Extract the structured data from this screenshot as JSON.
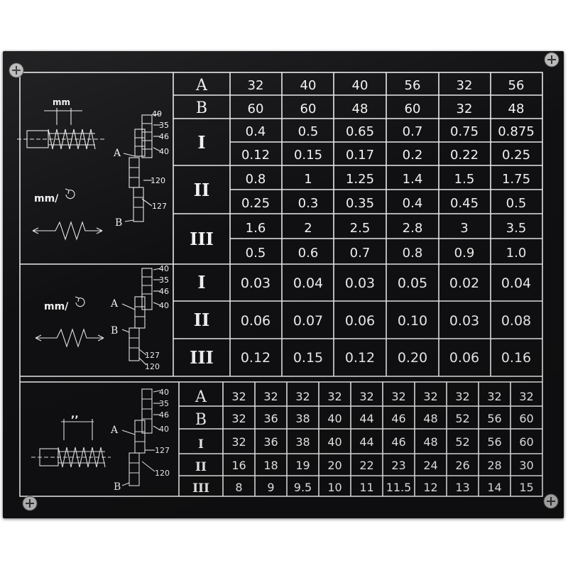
{
  "units_mm": "mm",
  "units_mm_per_rev": "mm/",
  "units_inch": ",,",
  "gear_labels": {
    "a": "A",
    "b": "B"
  },
  "upper_gears": [
    "40",
    "35",
    "46",
    "40",
    "120",
    "127"
  ],
  "middle_gears": [
    "40",
    "35",
    "46",
    "40",
    "127",
    "120"
  ],
  "lower_gears": [
    "40",
    "35",
    "46",
    "40",
    "127",
    "120"
  ],
  "roman": [
    "I",
    "II",
    "III"
  ],
  "metric_table": {
    "A": [
      "32",
      "40",
      "40",
      "56",
      "32",
      "56"
    ],
    "B": [
      "60",
      "60",
      "48",
      "60",
      "32",
      "48"
    ],
    "rows": [
      [
        "0.4",
        "0.5",
        "0.65",
        "0.7",
        "0.75",
        "0.875"
      ],
      [
        "0.12",
        "0.15",
        "0.17",
        "0.2",
        "0.22",
        "0.25"
      ],
      [
        "0.8",
        "1",
        "1.25",
        "1.4",
        "1.5",
        "1.75"
      ],
      [
        "0.25",
        "0.3",
        "0.35",
        "0.4",
        "0.45",
        "0.5"
      ],
      [
        "1.6",
        "2",
        "2.5",
        "2.8",
        "3",
        "3.5"
      ],
      [
        "0.5",
        "0.6",
        "0.7",
        "0.8",
        "0.9",
        "1.0"
      ]
    ]
  },
  "feed_table": {
    "rows": [
      [
        "0.03",
        "0.04",
        "0.03",
        "0.05",
        "0.02",
        "0.04"
      ],
      [
        "0.06",
        "0.07",
        "0.06",
        "0.10",
        "0.03",
        "0.08"
      ],
      [
        "0.12",
        "0.15",
        "0.12",
        "0.20",
        "0.06",
        "0.16"
      ]
    ]
  },
  "inch_table": {
    "A": [
      "32",
      "32",
      "32",
      "32",
      "32",
      "32",
      "32",
      "32",
      "32",
      "32"
    ],
    "B": [
      "32",
      "36",
      "38",
      "40",
      "44",
      "46",
      "48",
      "52",
      "56",
      "60"
    ],
    "rows": [
      [
        "32",
        "36",
        "38",
        "40",
        "44",
        "46",
        "48",
        "52",
        "56",
        "60"
      ],
      [
        "16",
        "18",
        "19",
        "20",
        "22",
        "23",
        "24",
        "26",
        "28",
        "30"
      ],
      [
        "8",
        "9",
        "9.5",
        "10",
        "11",
        "11.5",
        "12",
        "13",
        "14",
        "15"
      ]
    ]
  }
}
